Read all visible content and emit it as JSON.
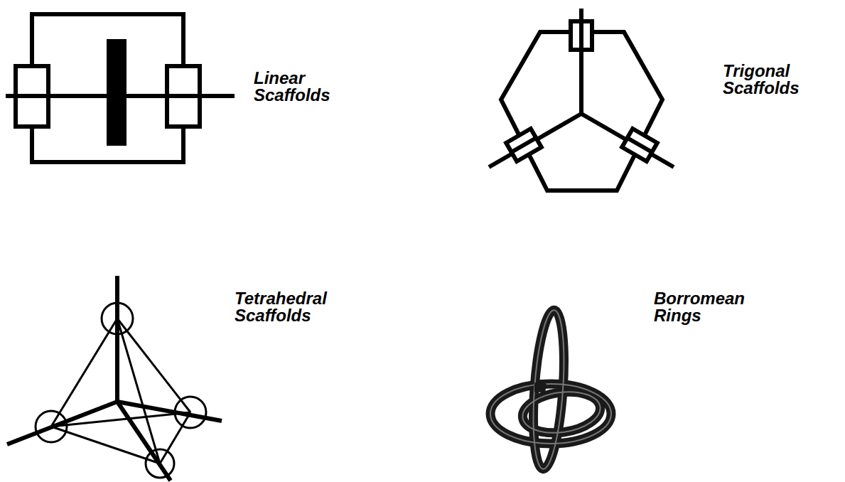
{
  "diagram": {
    "labels": [
      "Linear Scaffolds",
      "Trigonal Scaffolds",
      "Tetrahedral Scaffolds",
      "Borromean Rings"
    ]
  }
}
